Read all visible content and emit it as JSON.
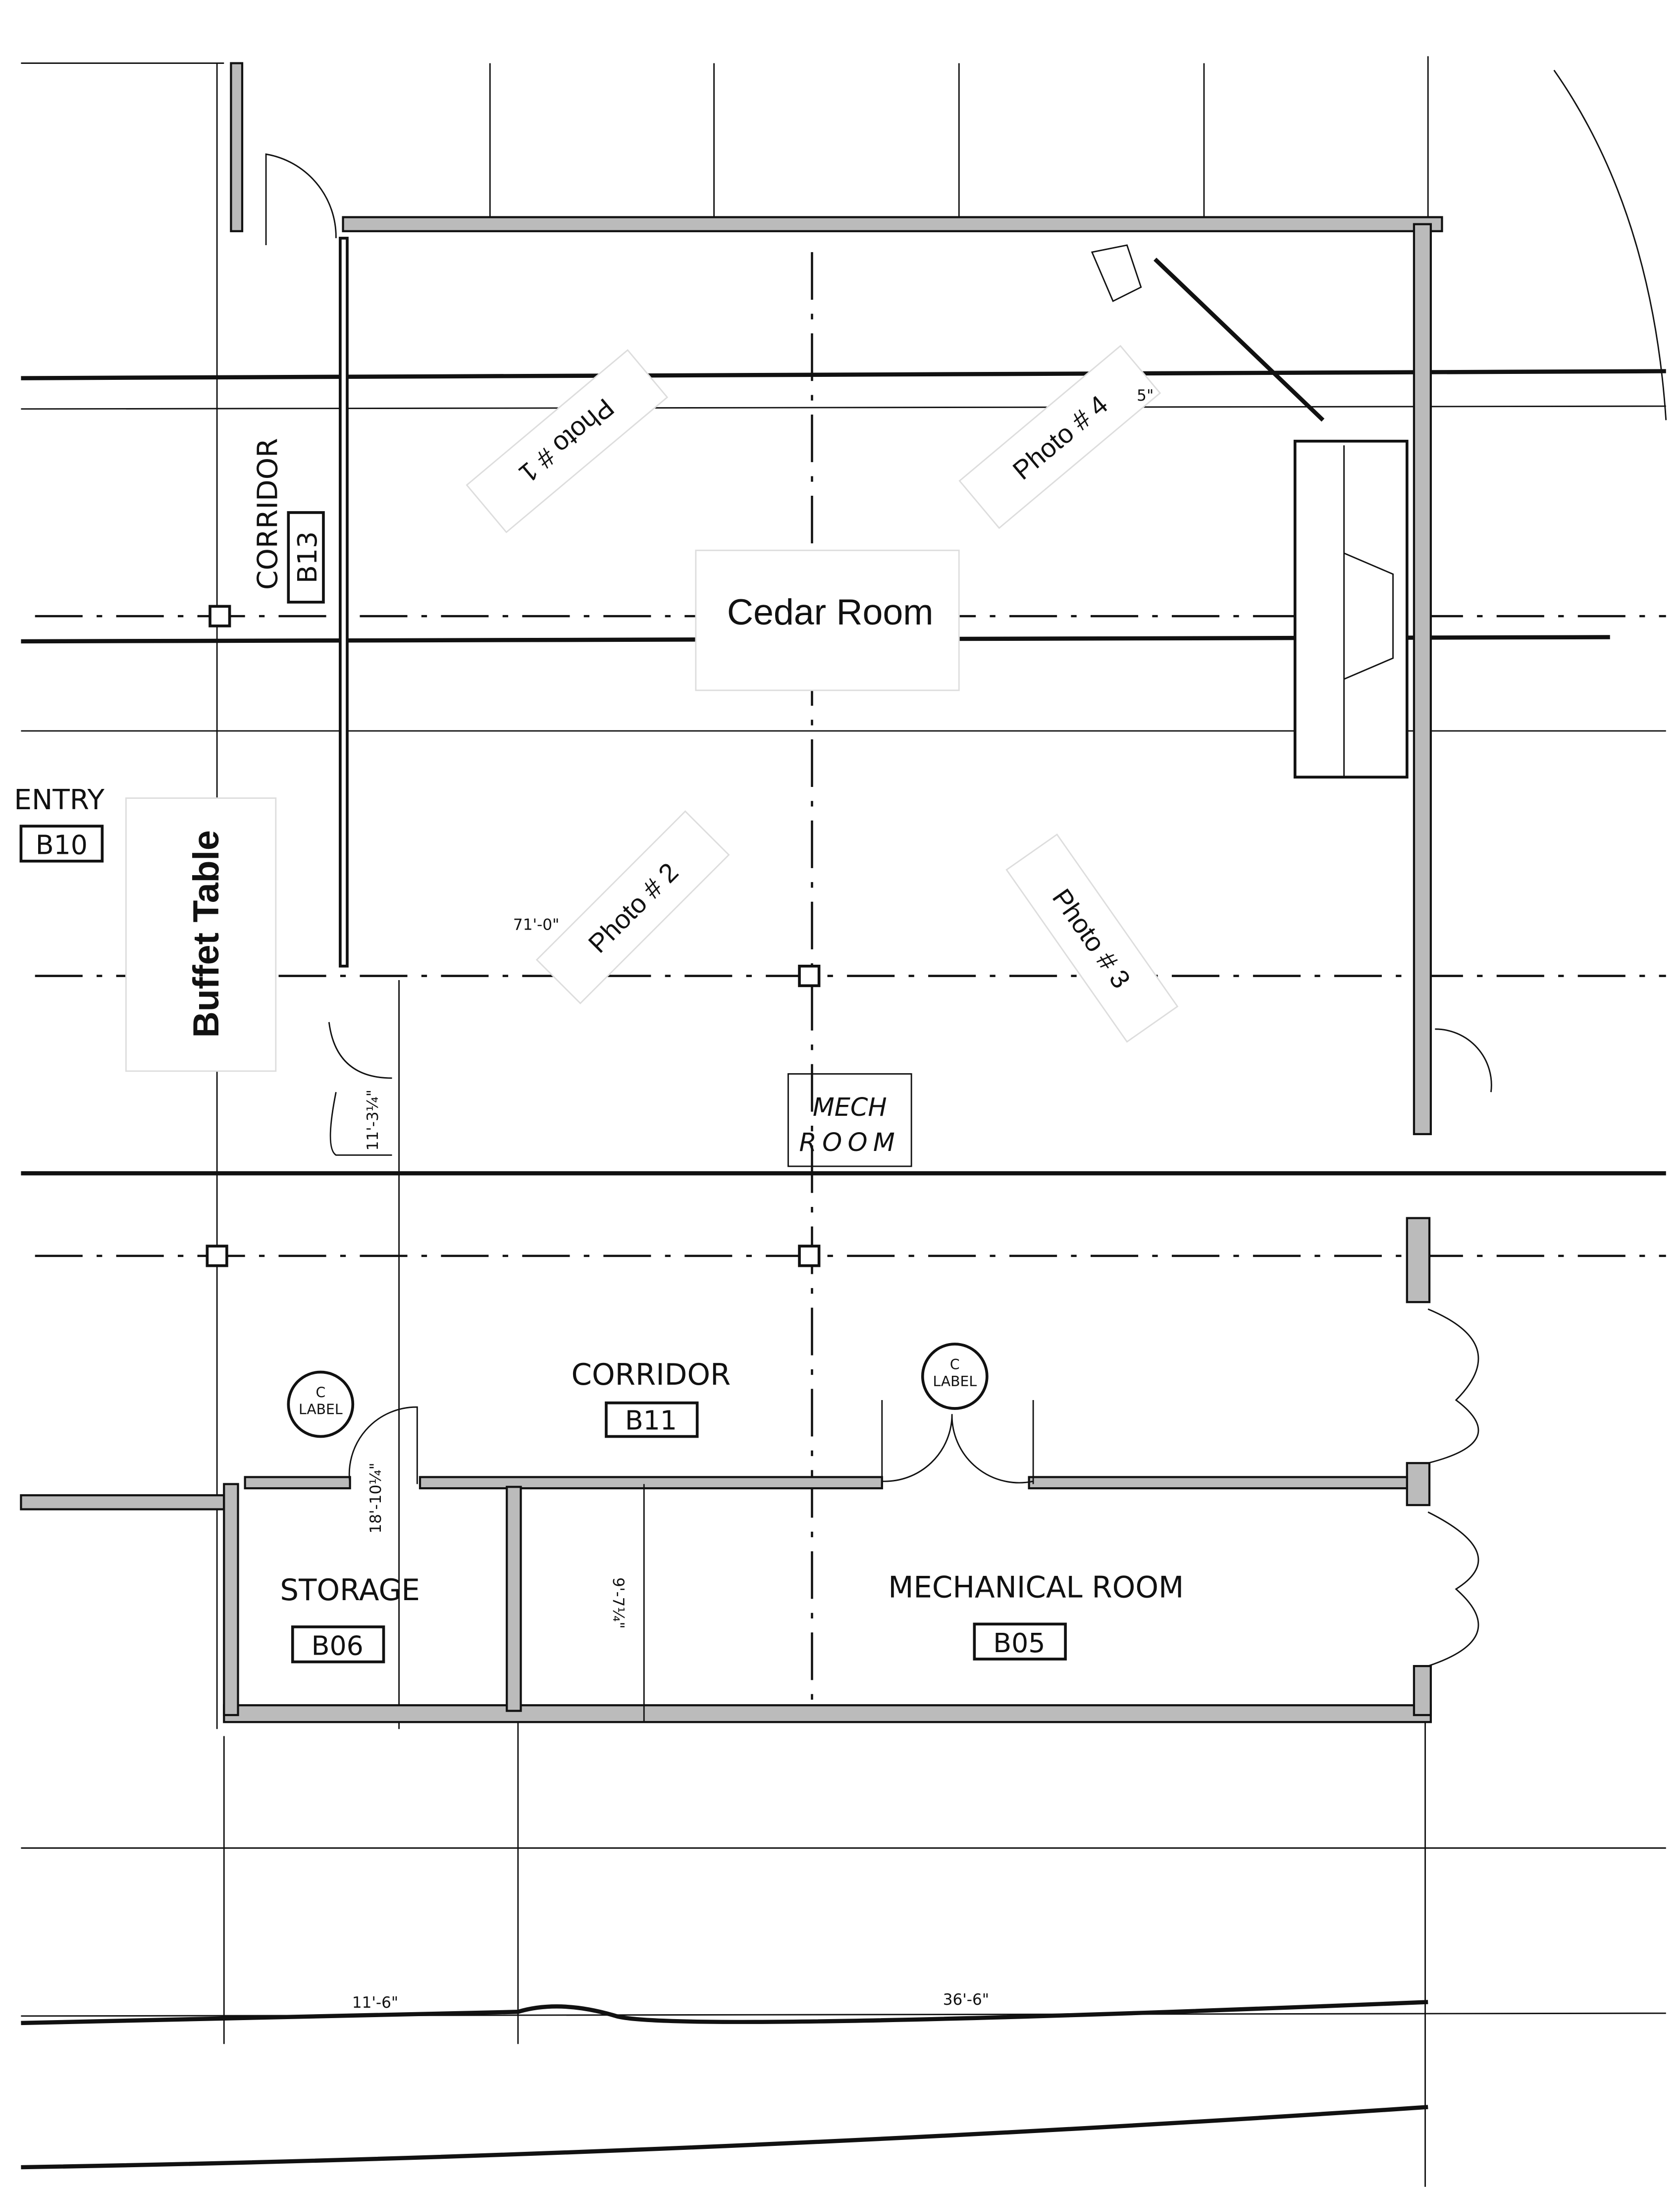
{
  "plan": {
    "rooms": {
      "cedar_room": "Cedar Room",
      "corridor_b13": {
        "name": "CORRIDOR",
        "number": "B13"
      },
      "entry_b10": {
        "name": "ENTRY",
        "number": "B10"
      },
      "corridor_b11": {
        "name": "CORRIDOR",
        "number": "B11"
      },
      "storage_b06": {
        "name": "STORAGE",
        "number": "B06"
      },
      "mechanical_b05": {
        "name": "MECHANICAL ROOM",
        "number": "B05"
      },
      "mech_room_handwritten": {
        "line1": "MECH",
        "line2": "ROOM"
      }
    },
    "notes": {
      "buffet_table": "Buffet Table",
      "photo1": "Photo # 1",
      "photo2": "Photo # 2",
      "photo3": "Photo # 3",
      "photo4": "Photo # 4"
    },
    "dimensions": {
      "cedar_width": "71'-0\"",
      "corridor_depth": "11'-3¼\"",
      "storage_height": "18'-10¼\"",
      "mech_height": "9'-7¼\"",
      "storage_width": "11'-6\"",
      "mech_width": "36'-6\"",
      "partial": "5\""
    },
    "door_tags": [
      {
        "top": "C",
        "bottom": "LABEL"
      },
      {
        "top": "C",
        "bottom": "LABEL"
      }
    ]
  }
}
